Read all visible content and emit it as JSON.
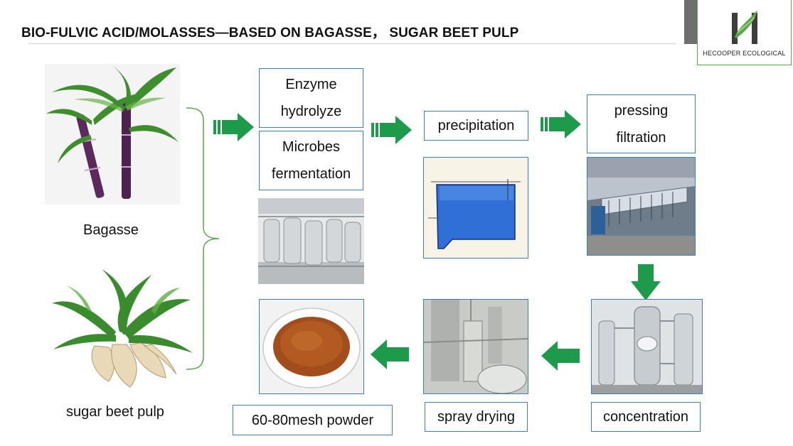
{
  "slide": {
    "title": "BIO-FULVIC ACID/MOLASSES—BASED ON BAGASSE， SUGAR BEET PULP",
    "logo_text": "HECOOPER ECOLOGICAL",
    "colors": {
      "arrow_green": "#1e9a4b",
      "box_border": "#3a7fc1",
      "logo_green": "#5aa64a"
    }
  },
  "sources": {
    "bagasse_label": "Bagasse",
    "beet_label": "sugar beet pulp"
  },
  "steps": {
    "enzyme_line1": "Enzyme",
    "enzyme_line2": "hydrolyze",
    "microbes_line1": "Microbes",
    "microbes_line2": "fermentation",
    "precipitation": "precipitation",
    "pressing_line1": "pressing",
    "pressing_line2": "filtration",
    "concentration": "concentration",
    "spray_drying": "spray drying",
    "powder": "60-80mesh powder"
  },
  "icons": [
    "bagasse-sugarcane-image",
    "sugar-beet-image",
    "fermentation-tanks-image",
    "precipitation-tank-diagram",
    "filter-press-image",
    "evaporator-image",
    "spray-dryer-image",
    "powder-bowl-image",
    "arrow-right-icon",
    "arrow-down-icon",
    "arrow-left-icon",
    "brace-icon"
  ]
}
